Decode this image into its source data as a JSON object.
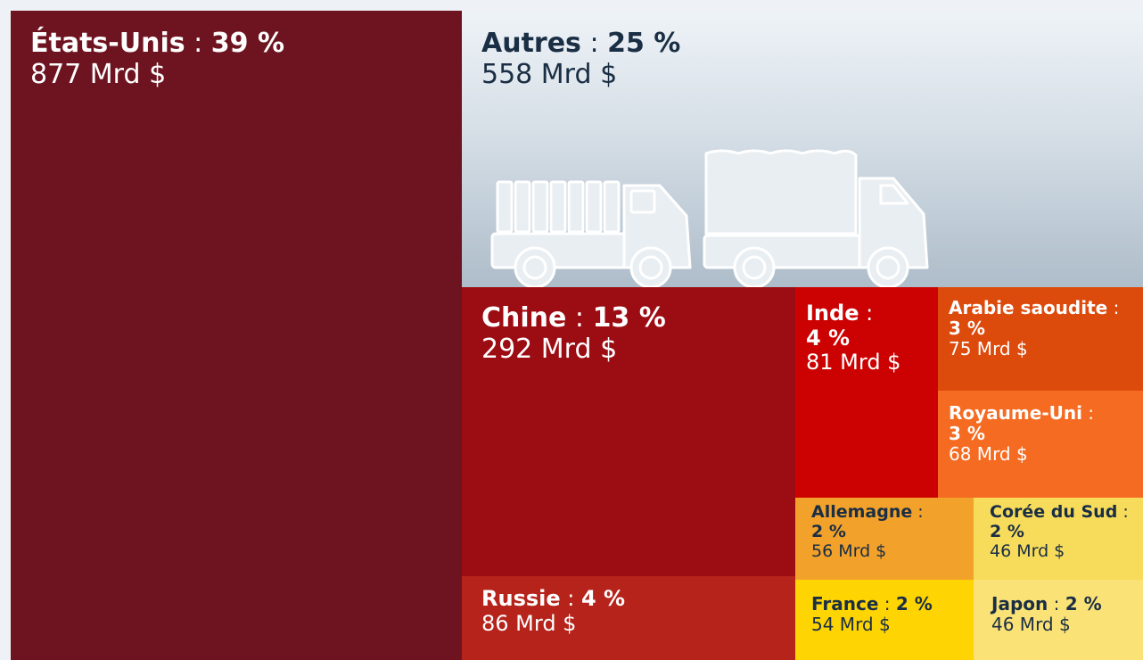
{
  "chart_data": {
    "type": "treemap",
    "unit": "Mrd $",
    "items": [
      {
        "name": "États-Unis",
        "percent": "39 %",
        "value_label": "877 Mrd $",
        "value": 877,
        "color": "#6d1420",
        "text_color": "#ffffff"
      },
      {
        "name": "Autres",
        "percent": "25 %",
        "value_label": "558 Mrd $",
        "value": 558,
        "color": "#d5dee6",
        "text_color": "#1a2e44"
      },
      {
        "name": "Chine",
        "percent": "13 %",
        "value_label": "292 Mrd $",
        "value": 292,
        "color": "#9c0c13",
        "text_color": "#ffffff"
      },
      {
        "name": "Russie",
        "percent": "4 %",
        "value_label": "86 Mrd $",
        "value": 86,
        "color": "#b5231b",
        "text_color": "#ffffff"
      },
      {
        "name": "Inde",
        "percent": "4 %",
        "value_label": "81 Mrd $",
        "value": 81,
        "color": "#cc0202",
        "text_color": "#ffffff"
      },
      {
        "name": "Arabie saoudite",
        "percent": "3 %",
        "value_label": "75 Mrd $",
        "value": 75,
        "color": "#dc4a0c",
        "text_color": "#ffffff"
      },
      {
        "name": "Royaume-Uni",
        "percent": "3 %",
        "value_label": "68 Mrd $",
        "value": 68,
        "color": "#f56b22",
        "text_color": "#ffffff"
      },
      {
        "name": "Allemagne",
        "percent": "2 %",
        "value_label": "56 Mrd $",
        "value": 56,
        "color": "#f2a12b",
        "text_color": "#1a2e44"
      },
      {
        "name": "Corée du Sud",
        "percent": "2 %",
        "value_label": "46 Mrd $",
        "value": 46,
        "color": "#f7dc5c",
        "text_color": "#1a2e44"
      },
      {
        "name": "France",
        "percent": "2 %",
        "value_label": "54 Mrd $",
        "value": 54,
        "color": "#fed403",
        "text_color": "#1a2e44"
      },
      {
        "name": "Japon",
        "percent": "2 %",
        "value_label": "46 Mrd $",
        "value": 46,
        "color": "#fbe277",
        "text_color": "#1a2e44"
      }
    ]
  },
  "icons": {
    "background_illustration": "trucks-icon"
  }
}
